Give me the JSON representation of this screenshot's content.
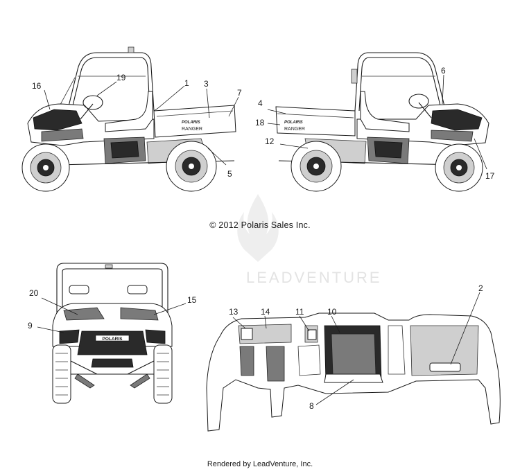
{
  "copyright": "© 2012 Polaris Sales Inc.",
  "footer": "Rendered by LeadVenture, Inc.",
  "watermark": "LEADVENTURE",
  "decal_text": {
    "brand": "POLARIS",
    "model": "RANGER"
  },
  "callouts": {
    "c1": "1",
    "c2": "2",
    "c3": "3",
    "c4": "4",
    "c5": "5",
    "c6": "6",
    "c7": "7",
    "c8": "8",
    "c9": "9",
    "c10": "10",
    "c11": "11",
    "c12": "12",
    "c13": "13",
    "c14": "14",
    "c15": "15",
    "c16": "16",
    "c17": "17",
    "c18": "18",
    "c19": "19",
    "c20": "20"
  }
}
